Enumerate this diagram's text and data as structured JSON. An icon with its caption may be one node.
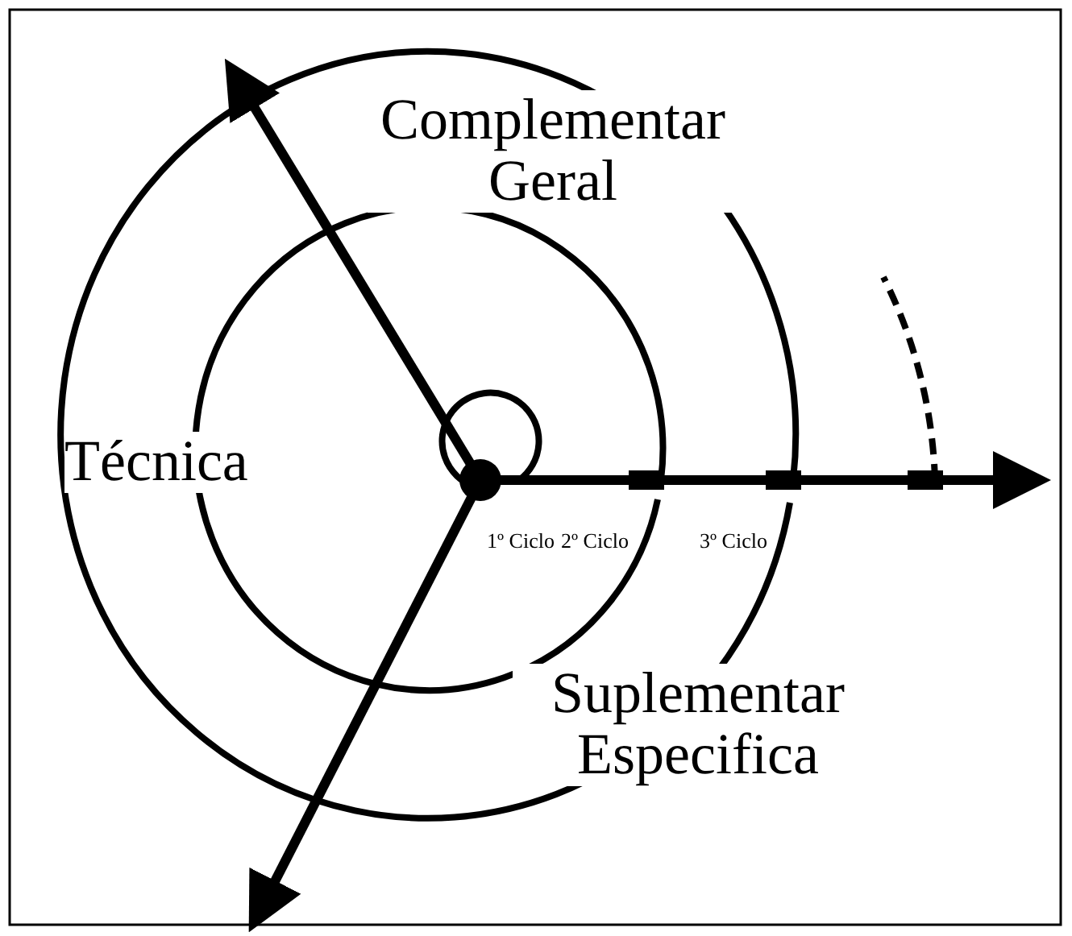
{
  "diagram": {
    "labels": [
      "Complementar Geral",
      "Técnica",
      "1º Ciclo",
      "2º Ciclo",
      "3º Ciclo",
      "Suplementar Especifica"
    ]
  }
}
